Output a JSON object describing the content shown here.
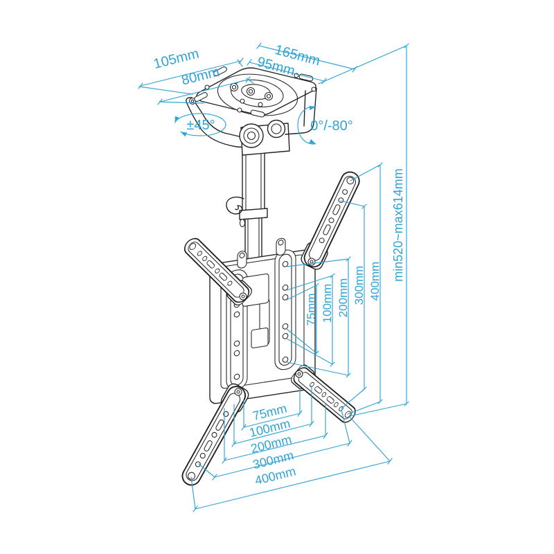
{
  "diagram_subject": "ceiling tv mount technical drawing",
  "dimensions": {
    "top": {
      "d105": "105mm",
      "d80": "80mm",
      "d165": "165mm",
      "d95": "95mm"
    },
    "rotation": {
      "swivel": "±45°",
      "tilt": "0°/-80°"
    },
    "vertical": {
      "v75": "75mm",
      "v100": "100mm",
      "v200": "200mm",
      "v300": "300mm",
      "v400": "400mm",
      "height_range": "min520~max614mm"
    },
    "horizontal": {
      "h75": "75mm",
      "h100": "100mm",
      "h200": "200mm",
      "h300": "300mm",
      "h400": "400mm"
    }
  },
  "colors": {
    "dimension_blue": "#2fa3d6",
    "hardware_black": "#222222",
    "background": "#ffffff"
  }
}
